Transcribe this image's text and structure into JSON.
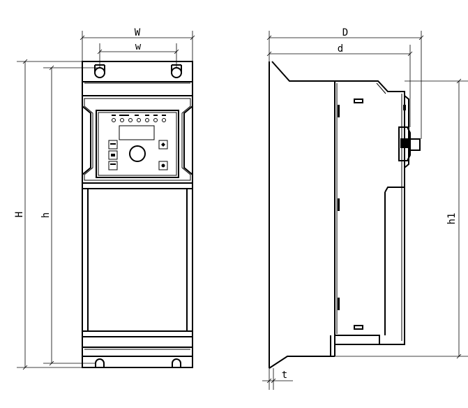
{
  "dimensions": {
    "front_width_outer": "W",
    "front_width_holes": "w",
    "front_height_outer": "H",
    "front_height_holes": "h",
    "side_depth_outer": "D",
    "side_depth_inner": "d",
    "side_height": "h1",
    "side_thickness": "t"
  },
  "colors": {
    "line": "#000000",
    "background": "#ffffff"
  }
}
